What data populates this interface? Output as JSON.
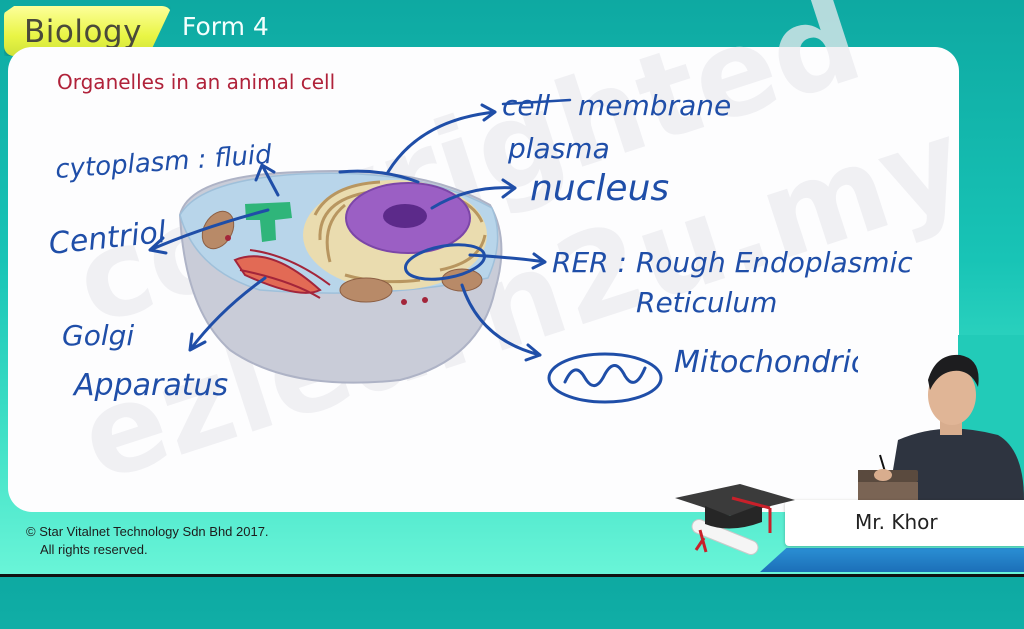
{
  "header": {
    "subject": "Biology",
    "form": "Form 4"
  },
  "slide": {
    "title": "Organelles in an animal cell",
    "watermark": "copyrighted ezlearn2u.my",
    "annotations": {
      "cytoplasm": "cytoplasm : fluid",
      "centriole": "Centriol",
      "golgi_line1": "Golgi",
      "golgi_line2": "Apparatus",
      "membrane_struck": "cell",
      "membrane": "membrane",
      "membrane_correction": "plasma",
      "nucleus": "nucleus",
      "rer_line1": "RER : Rough Endoplasmic",
      "rer_line2": "Reticulum",
      "mitochondrion": "Mitochondrion"
    }
  },
  "footer": {
    "copyright_line1": "© Star Vitalnet Technology Sdn Bhd 2017.",
    "copyright_line2": "All rights reserved."
  },
  "presenter": {
    "name": "Mr. Khor"
  },
  "colors": {
    "ink": "#1f4ea8",
    "title_red": "#b0223a",
    "teal": "#18c4b6",
    "tab_yellow": "#e9f545"
  }
}
